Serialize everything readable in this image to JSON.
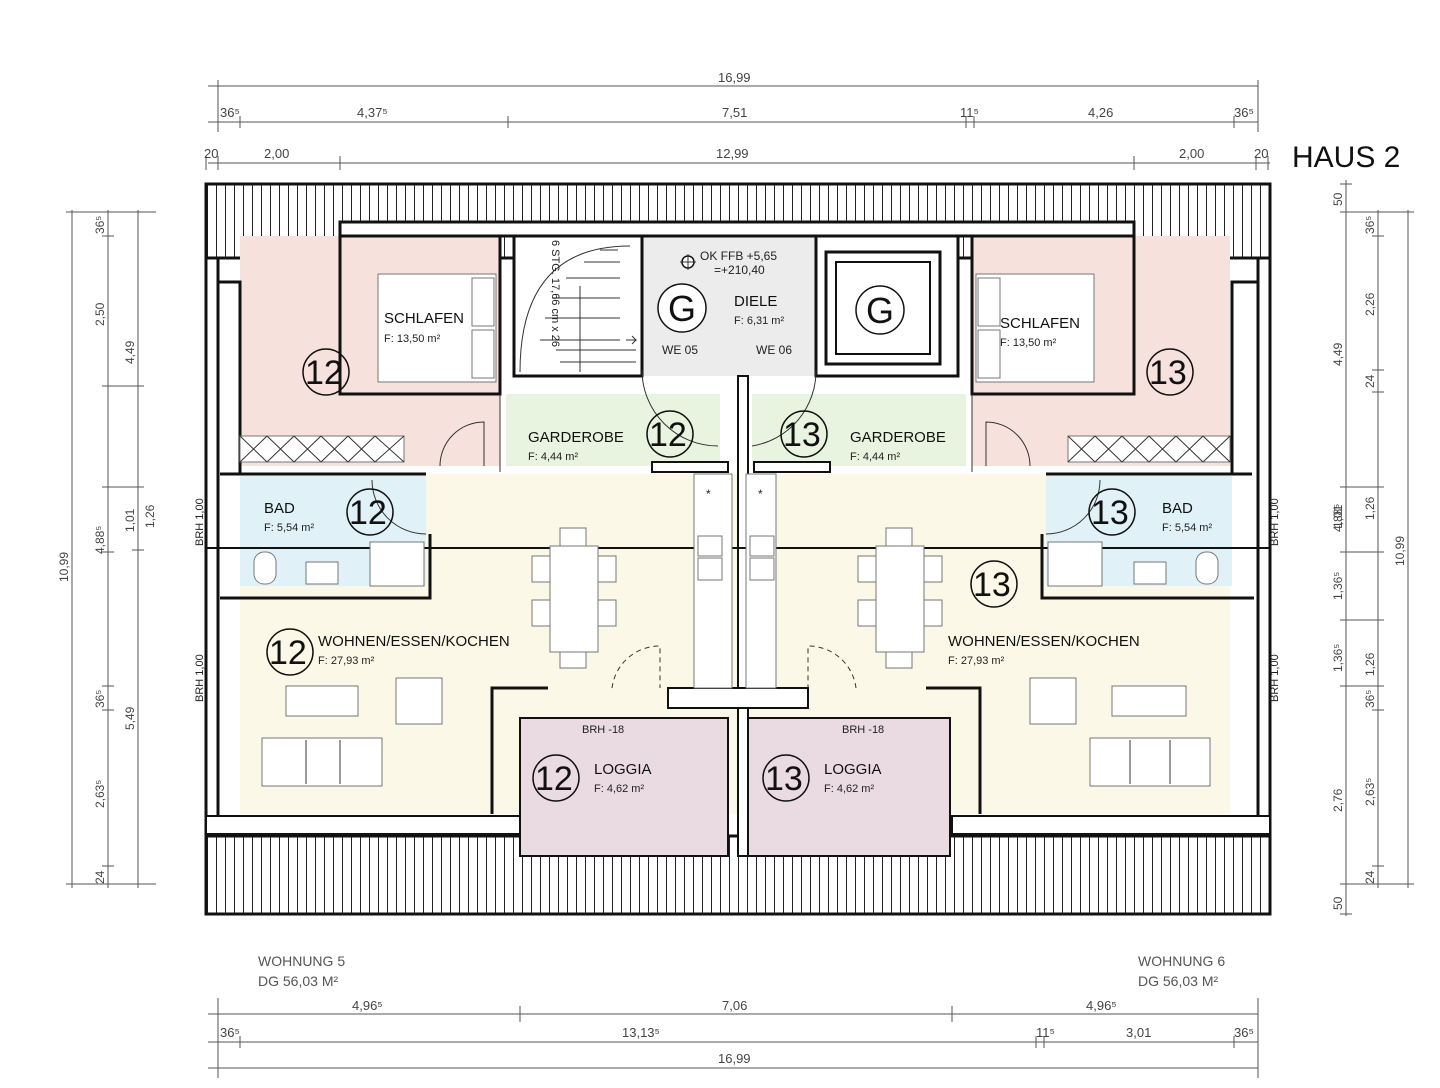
{
  "title": "HAUS 2",
  "dims": {
    "top_total": "16,99",
    "top_r2": [
      "36⁵",
      "4,37⁵",
      "7,51",
      "11⁵",
      "4,26",
      "36⁵"
    ],
    "top_r3": [
      "20",
      "2,00",
      "12,99",
      "2,00",
      "20"
    ],
    "bottom_r1": [
      "4,96⁵",
      "7,06",
      "4,96⁵"
    ],
    "bottom_r2": [
      "36⁵",
      "13,13⁵",
      "11⁵",
      "3,01",
      "36⁵"
    ],
    "bottom_total": "16,99",
    "left_a": "10,99",
    "left_b": [
      "4,88⁵",
      "5,49"
    ],
    "left_c": [
      "4,49",
      "1,26"
    ],
    "left_d": [
      "36⁵",
      "2,50",
      "1,01",
      "36⁵",
      "2,63⁵",
      "24"
    ],
    "right_a": [
      "50",
      "4,49",
      "4,88⁵",
      "2,76",
      "50"
    ],
    "right_b": [
      "36⁵",
      "2,26",
      "24",
      "1,01",
      "1,36⁵",
      "1,36⁵",
      "36⁵",
      "2,63⁵",
      "24"
    ],
    "right_c": [
      "1,26",
      "1,26"
    ],
    "right_d": "10,99"
  },
  "rooms": {
    "schlafen_l": {
      "name": "SCHLAFEN",
      "area": "F: 13,50 m²"
    },
    "schlafen_r": {
      "name": "SCHLAFEN",
      "area": "F: 13,50 m²"
    },
    "diele": {
      "name": "DIELE",
      "area": "F: 6,31 m²"
    },
    "garderobe_l": {
      "name": "GARDEROBE",
      "area": "F: 4,44 m²"
    },
    "garderobe_r": {
      "name": "GARDEROBE",
      "area": "F: 4,44 m²"
    },
    "bad_l": {
      "name": "BAD",
      "area": "F: 5,54 m²"
    },
    "bad_r": {
      "name": "BAD",
      "area": "F: 5,54 m²"
    },
    "wohnen_l": {
      "name": "WOHNEN/ESSEN/KOCHEN",
      "area": "F: 27,93 m²"
    },
    "wohnen_r": {
      "name": "WOHNEN/ESSEN/KOCHEN",
      "area": "F: 27,93 m²"
    },
    "loggia_l": {
      "name": "LOGGIA",
      "area": "F: 4,62 m²"
    },
    "loggia_r": {
      "name": "LOGGIA",
      "area": "F: 4,62 m²"
    }
  },
  "labels": {
    "ok_ffb": "OK FFB +5,65",
    "ok_abs": "=+210,40",
    "we05": "WE 05",
    "we06": "WE 06",
    "brh_100": "BRH 1,00",
    "brh_18": "BRH -18",
    "stair": "6 STG. 17,66 cm x 26",
    "lift": "G",
    "unit_12": "12",
    "unit_13": "13",
    "star": "*"
  },
  "units": {
    "w5_name": "WOHNUNG 5",
    "w5_area": "DG 56,03 M²",
    "w6_name": "WOHNUNG 6",
    "w6_area": "DG 56,03 M²"
  },
  "colors": {
    "schlafen": "#f6e1dc",
    "wohnen": "#fbf8e7",
    "bad": "#e0f1f8",
    "garderobe": "#e9f4e0",
    "loggia": "#e9dbe1",
    "diele": "#ececec"
  }
}
